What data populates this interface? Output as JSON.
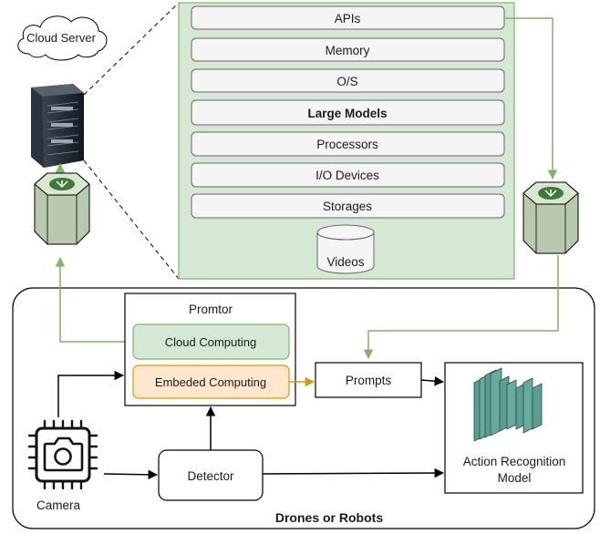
{
  "cloud_server_label": "Cloud Server",
  "server_stack": {
    "layers": [
      "APIs",
      "Memory",
      "O/S",
      "Large Models",
      "Processors",
      "I/O Devices",
      "Storages"
    ],
    "bold_layer": "Large Models",
    "database_label": "Videos"
  },
  "promptor": {
    "title": "Promtor",
    "cloud_label": "Cloud Computing",
    "embedded_label": "Embeded Computing"
  },
  "prompts_label": "Prompts",
  "detector_label": "Detector",
  "camera_label": "Camera",
  "model_label_line1": "Action Recognition",
  "model_label_line2": "Model",
  "device_group_label": "Drones or Robots",
  "colors": {
    "green_fill": "#d5e8d4",
    "green_stroke": "#82b366",
    "orange_fill": "#ffe6cc",
    "orange_stroke": "#d79b00",
    "layer_fill": "#f5f5f5",
    "layer_stroke": "#666666",
    "model_teal": "#67ab9f",
    "edge_green": "#82b366",
    "edge_orange": "#d79b00",
    "edge_black": "#000000"
  }
}
